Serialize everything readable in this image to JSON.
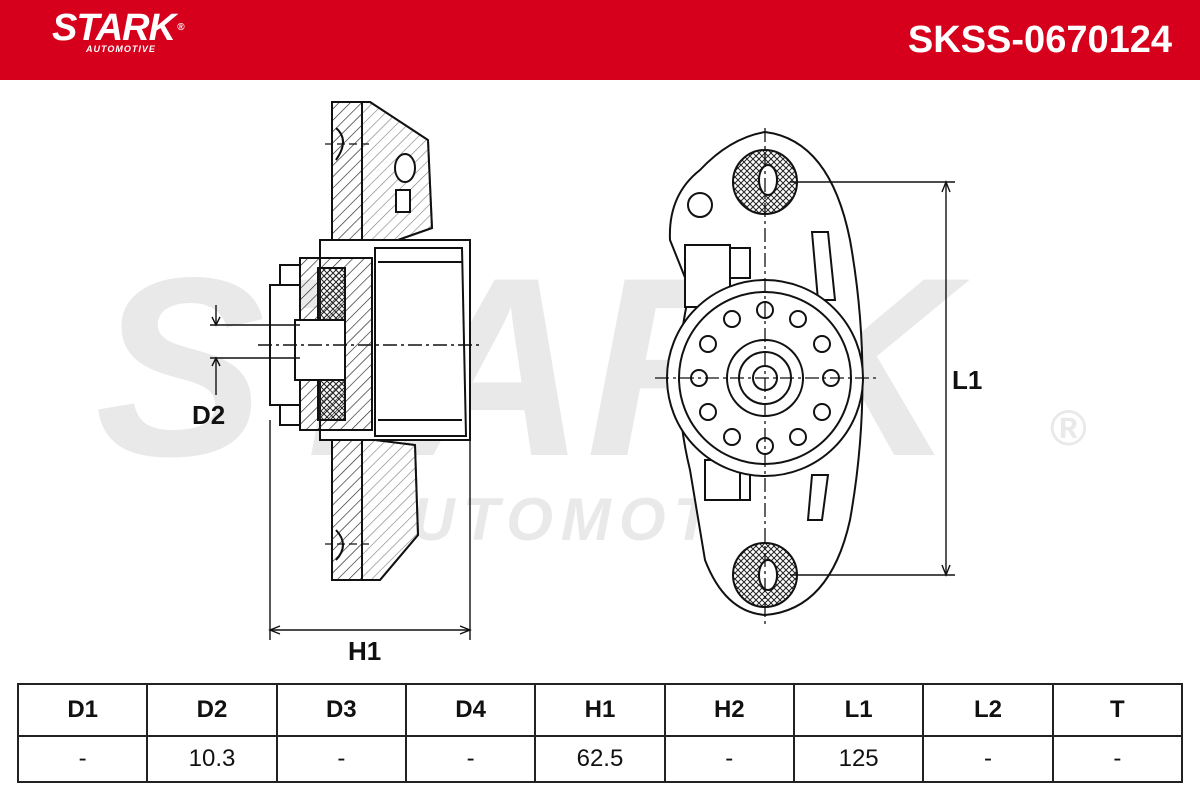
{
  "header": {
    "logo_main": "STARK",
    "logo_sub": "AUTOMOTIVE",
    "logo_reg": "®",
    "sku": "SKSS-0670124",
    "bg_color": "#d6001c"
  },
  "watermark": {
    "main": "STARK",
    "sub": "AUTOMOTIVE",
    "reg": "®"
  },
  "dimensions": {
    "d2_label": "D2",
    "h1_label": "H1",
    "l1_label": "L1"
  },
  "specs": {
    "headers": [
      "D1",
      "D2",
      "D3",
      "D4",
      "H1",
      "H2",
      "L1",
      "L2",
      "T"
    ],
    "values": [
      "-",
      "10.3",
      "-",
      "-",
      "62.5",
      "-",
      "125",
      "-",
      "-"
    ]
  }
}
